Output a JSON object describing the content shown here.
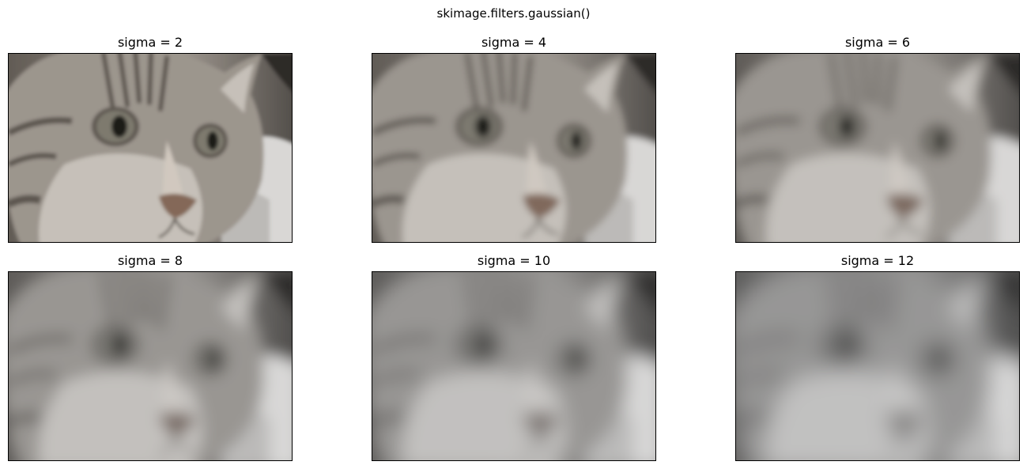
{
  "figure": {
    "suptitle": "skimage.filters.gaussian()"
  },
  "panels": [
    {
      "title": "sigma = 2",
      "sigma": 2
    },
    {
      "title": "sigma = 4",
      "sigma": 4
    },
    {
      "title": "sigma = 6",
      "sigma": 6
    },
    {
      "title": "sigma = 8",
      "sigma": 8
    },
    {
      "title": "sigma = 10",
      "sigma": 10
    },
    {
      "title": "sigma = 12",
      "sigma": 12
    }
  ],
  "image": {
    "subject": "cat face close-up (tabby cat)",
    "palette": {
      "fur_light": "#c7c0b6",
      "fur_mid": "#9e958a",
      "fur_dark": "#5e564d",
      "background_dark": "#4a4540",
      "background_light": "#d9d7d4",
      "nose": "#8a6650",
      "eye_iris": "#7f7a6a",
      "pupil": "#1f1c19"
    }
  }
}
